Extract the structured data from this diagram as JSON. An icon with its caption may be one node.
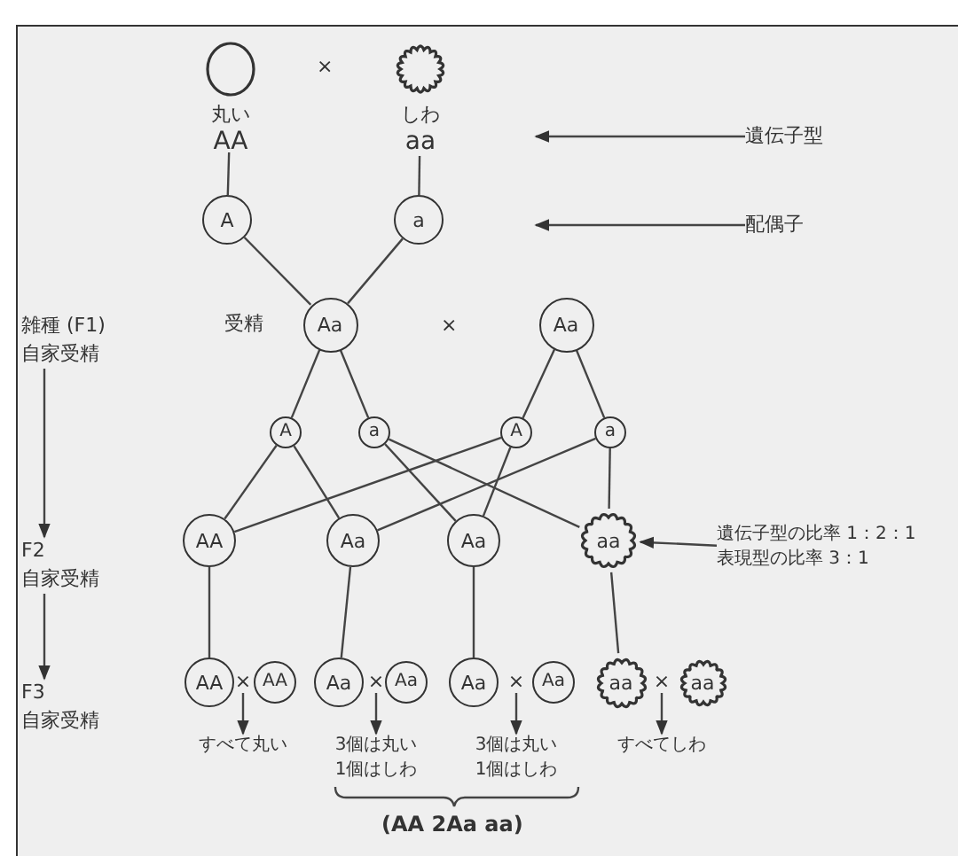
{
  "diagram": {
    "nodes": [
      {
        "text": [],
        "shape": "circle",
        "beside": [
          "丸い",
          "AA"
        ]
      },
      {
        "text": [],
        "shape": "cloud",
        "beside": [
          "しわ",
          "aa"
        ]
      },
      {
        "text": [
          "遺伝子型"
        ]
      },
      {
        "text": [
          "A"
        ]
      },
      {
        "text": [
          "a"
        ]
      },
      {
        "text": [
          "配偶子"
        ]
      },
      {
        "text": [
          "雑種 (F1)",
          "自家受精"
        ]
      },
      {
        "text": [
          "Aa"
        ],
        "beside": [
          "受精"
        ]
      },
      {
        "text": [
          "Aa"
        ]
      },
      {
        "text": [
          "A"
        ]
      },
      {
        "text": [
          "a"
        ]
      },
      {
        "text": [
          "A"
        ]
      },
      {
        "text": [
          "a"
        ]
      },
      {
        "text": [
          "F2",
          "自家受精"
        ]
      },
      {
        "text": [
          "AA"
        ]
      },
      {
        "text": [
          "Aa"
        ]
      },
      {
        "text": [
          "Aa"
        ]
      },
      {
        "text": [
          "aa"
        ]
      },
      {
        "text": [
          "遺伝子型の比率 1：2：1",
          "表現型の比率 3：1"
        ]
      },
      {
        "text": [
          "F3",
          "自家受精"
        ]
      },
      {
        "text": [
          "AA"
        ]
      },
      {
        "text": [
          "AA"
        ]
      },
      {
        "text": [
          "Aa"
        ]
      },
      {
        "text": [
          "Aa"
        ]
      },
      {
        "text": [
          "Aa"
        ]
      },
      {
        "text": [
          "Aa"
        ]
      },
      {
        "text": [
          "aa"
        ]
      },
      {
        "text": [
          "aa"
        ]
      },
      {
        "text": [
          "×"
        ]
      },
      {
        "text": [
          "×"
        ]
      },
      {
        "text": [
          "×"
        ]
      },
      {
        "text": [
          "×"
        ]
      },
      {
        "text": [
          "すべて丸い"
        ]
      },
      {
        "text": [
          "3個は丸い1個はしわ"
        ]
      },
      {
        "text": [
          "3個は丸い1個はしわ"
        ]
      },
      {
        "text": [
          "すべてしわ"
        ]
      }
    ],
    "edges": [
      {
        "from": 0,
        "to": 3,
        "arrow": "none"
      },
      {
        "from": 1,
        "to": 4,
        "arrow": "none"
      },
      {
        "from": 2,
        "to": null,
        "arrow": "to"
      },
      {
        "from": 5,
        "to": null,
        "arrow": "to"
      },
      {
        "from": 3,
        "to": 7,
        "arrow": "none"
      },
      {
        "from": 4,
        "to": 7,
        "arrow": "none"
      },
      {
        "from": 7,
        "to": 9,
        "arrow": "none"
      },
      {
        "from": 7,
        "to": 10,
        "arrow": "none"
      },
      {
        "from": 8,
        "to": 11,
        "arrow": "none"
      },
      {
        "from": 8,
        "to": 12,
        "arrow": "none"
      },
      {
        "from": 9,
        "to": 14,
        "arrow": "none"
      },
      {
        "from": 9,
        "to": 15,
        "arrow": "none"
      },
      {
        "from": 10,
        "to": 16,
        "arrow": "none"
      },
      {
        "from": 10,
        "to": 17,
        "arrow": "none"
      },
      {
        "from": 11,
        "to": 14,
        "arrow": "none"
      },
      {
        "from": 11,
        "to": 16,
        "arrow": "none"
      },
      {
        "from": 12,
        "to": 15,
        "arrow": "none"
      },
      {
        "from": 12,
        "to": 17,
        "arrow": "none"
      },
      {
        "from": 6,
        "to": 13,
        "arrow": "to"
      },
      {
        "from": 13,
        "to": 19,
        "arrow": "to"
      },
      {
        "from": 18,
        "to": 17,
        "arrow": "to"
      },
      {
        "from": 14,
        "to": 20,
        "arrow": "none"
      },
      {
        "from": 15,
        "to": 22,
        "arrow": "none"
      },
      {
        "from": 16,
        "to": 24,
        "arrow": "none"
      },
      {
        "from": 17,
        "to": 26,
        "arrow": "none"
      },
      {
        "from": 28,
        "to": 32,
        "arrow": "to"
      },
      {
        "from": 29,
        "to": 33,
        "arrow": "to"
      },
      {
        "from": 30,
        "to": 34,
        "arrow": "to"
      },
      {
        "from": 31,
        "to": 35,
        "arrow": "to"
      }
    ],
    "labels": [
      "×",
      "×",
      "(AA 2Aa aa)"
    ]
  }
}
